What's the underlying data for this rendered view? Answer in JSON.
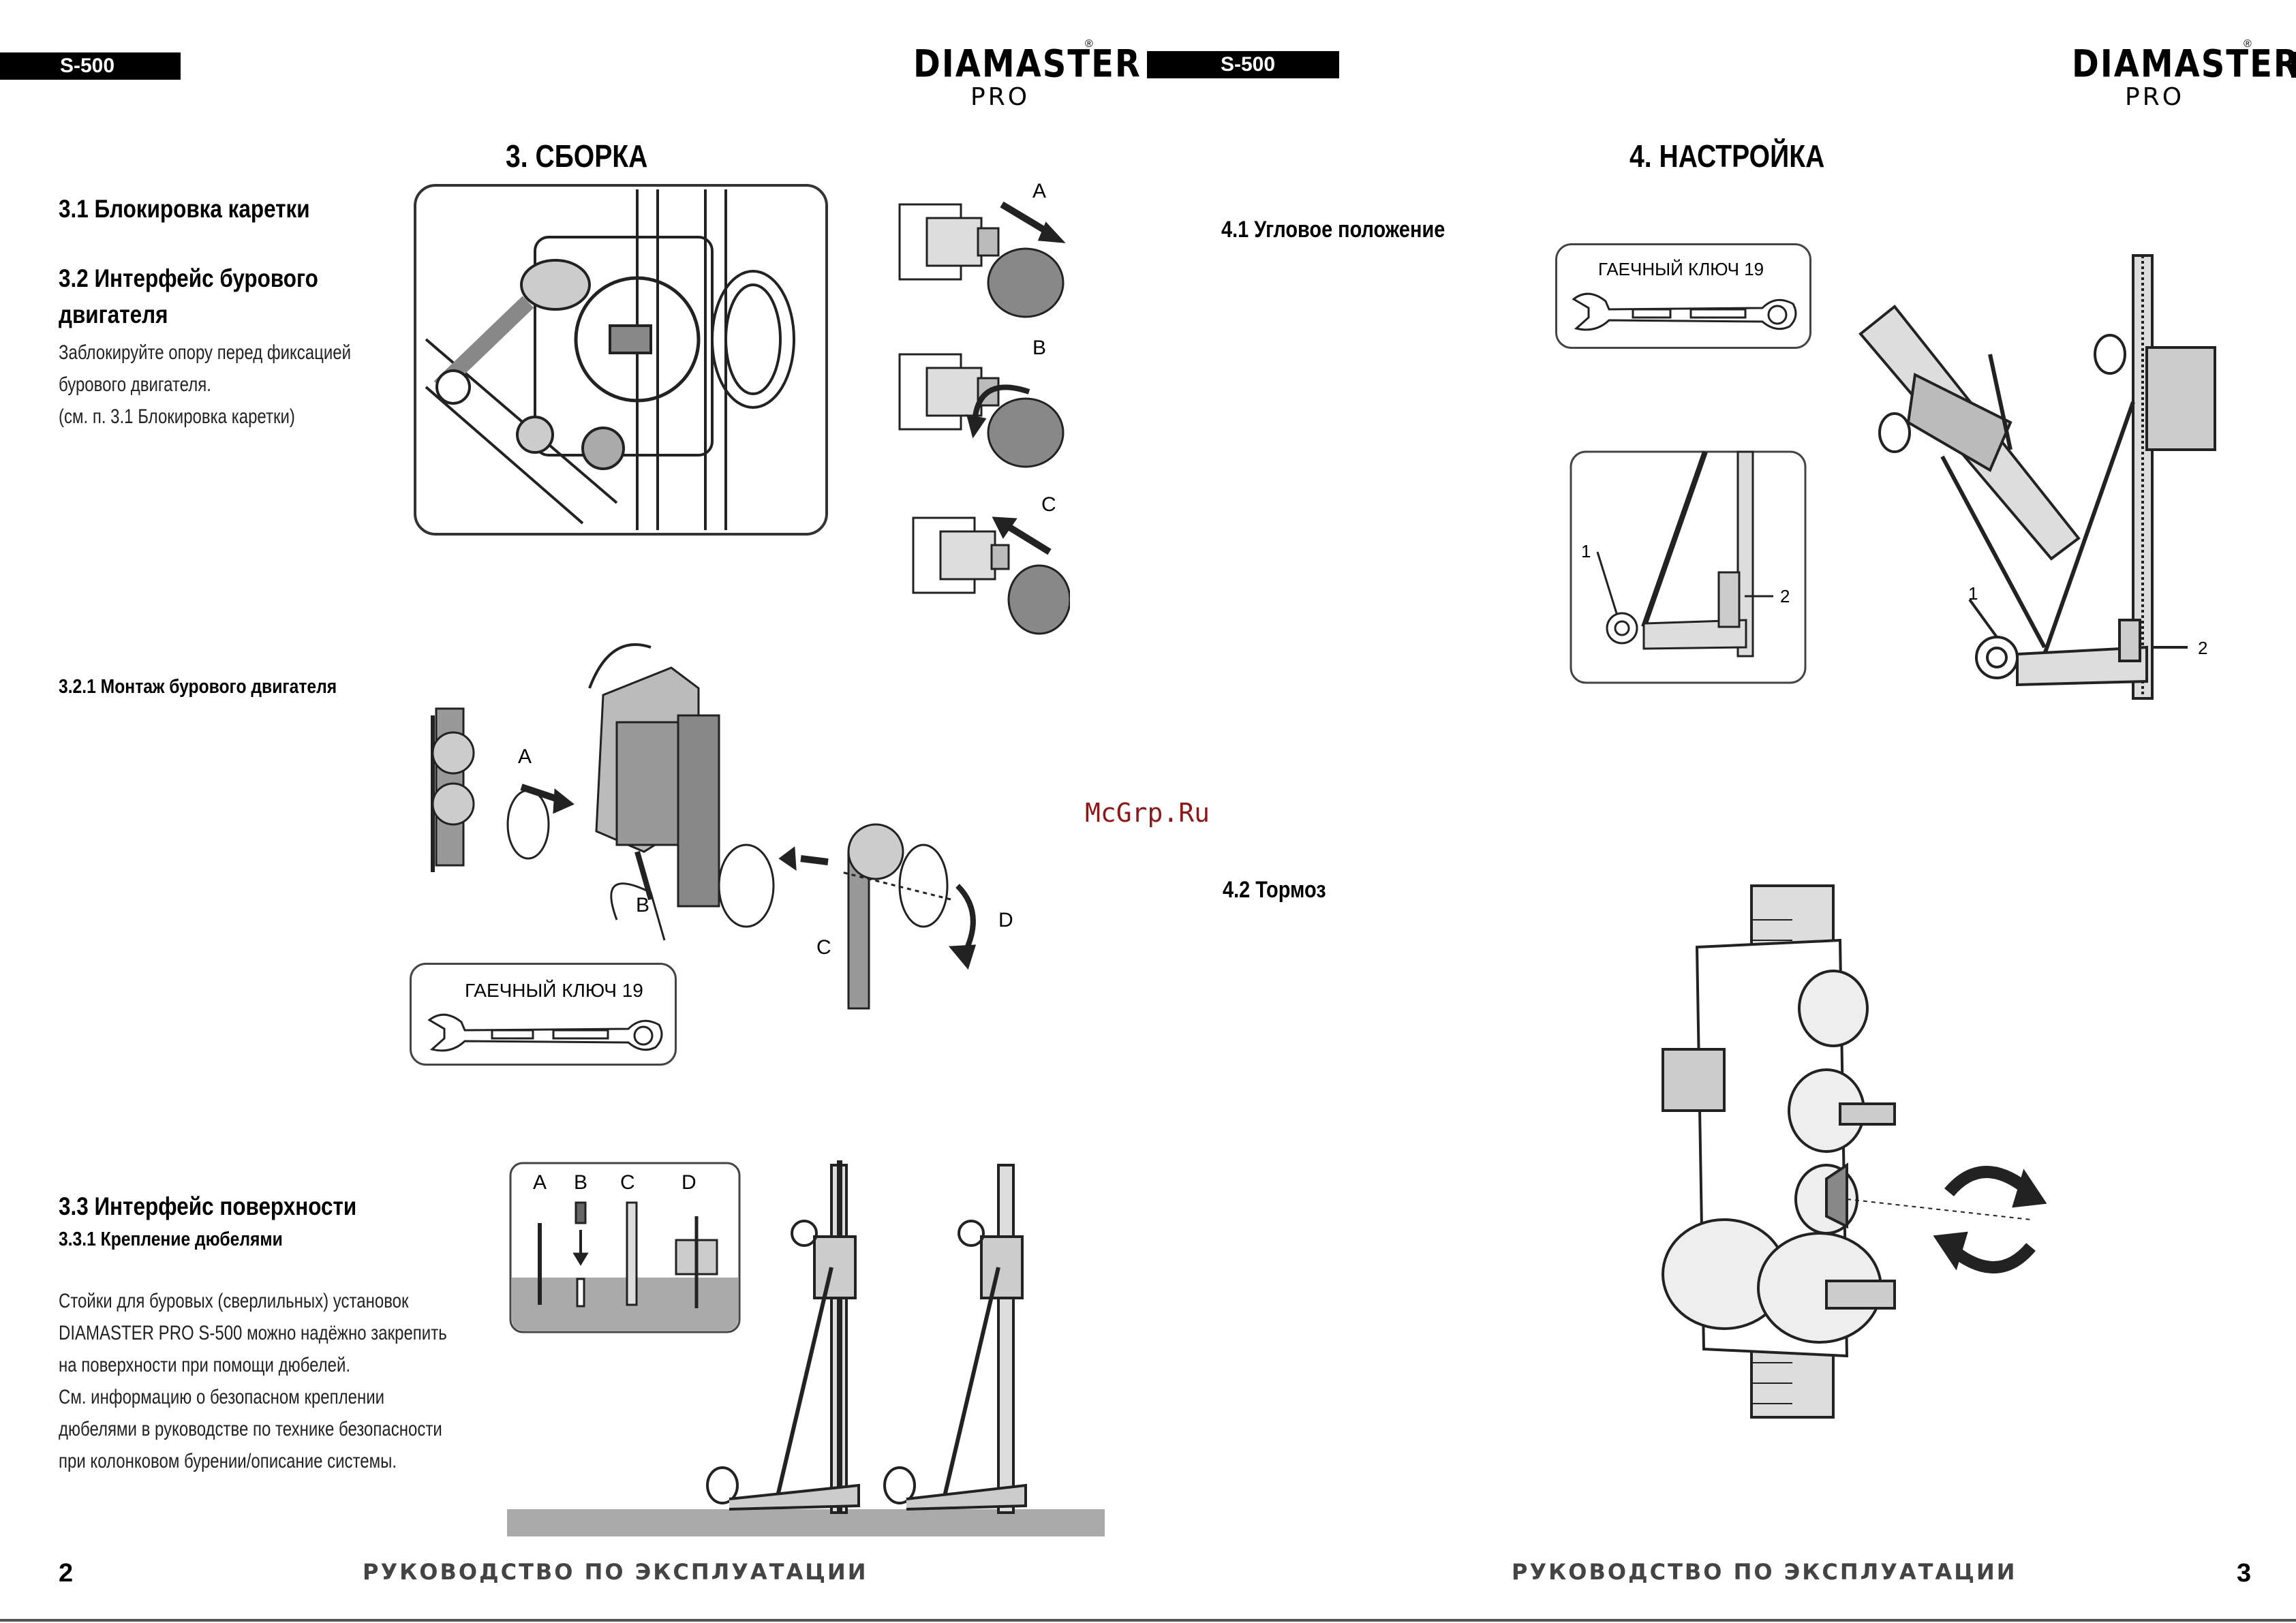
{
  "header": {
    "left_tag": "S-500",
    "right_tag": "S-500",
    "logo_name": "DIAMASTER",
    "logo_reg": "®",
    "logo_sub": "PRO"
  },
  "left_page": {
    "section_title": "3. СБОРКА",
    "s31_title": "3.1 Блокировка каретки",
    "s32_title_line1": "3.2 Интерфейс бурового",
    "s32_title_line2": "двигателя",
    "s32_text": [
      "Заблокируйте опору перед фиксацией",
      "бурового двигателя.",
      "(см. п. 3.1 Блокировка каретки)"
    ],
    "fig_abc_labels": [
      "A",
      "B",
      "C"
    ],
    "s321_title": "3.2.1 Монтаж бурового двигателя",
    "motor_fig_labels": [
      "A",
      "B",
      "C",
      "D"
    ],
    "wrench_label": "ГАЕЧНЫЙ КЛЮЧ 19",
    "s33_title": "3.3 Интерфейс поверхности",
    "s331_title": "3.3.1 Крепление дюбелями",
    "s33_text": [
      "Стойки для буровых (сверлильных) установок",
      "DIAMASTER PRO S-500 можно надёжно закрепить",
      "на поверхности при помощи дюбелей.",
      "См. информацию о безопасном креплении",
      "дюбелями в руководстве по технике безопасности",
      "при колонковом бурении/описание системы."
    ],
    "anchor_labels": [
      "A",
      "B",
      "C",
      "D"
    ],
    "footer": "РУКОВОДСТВО ПО ЭКСПЛУАТАЦИИ",
    "page_number": "2"
  },
  "right_page": {
    "section_title": "4. НАСТРОЙКА",
    "s41_title": "4.1 Угловое положение",
    "wrench_label": "ГАЕЧНЫЙ КЛЮЧ 19",
    "callouts_small": [
      "1",
      "2"
    ],
    "callouts_large": [
      "1",
      "2"
    ],
    "s42_title": "4.2 Тормоз",
    "footer": "РУКОВОДСТВО ПО ЭКСПЛУАТАЦИИ",
    "page_number": "3"
  },
  "watermark": "McGrp.Ru"
}
